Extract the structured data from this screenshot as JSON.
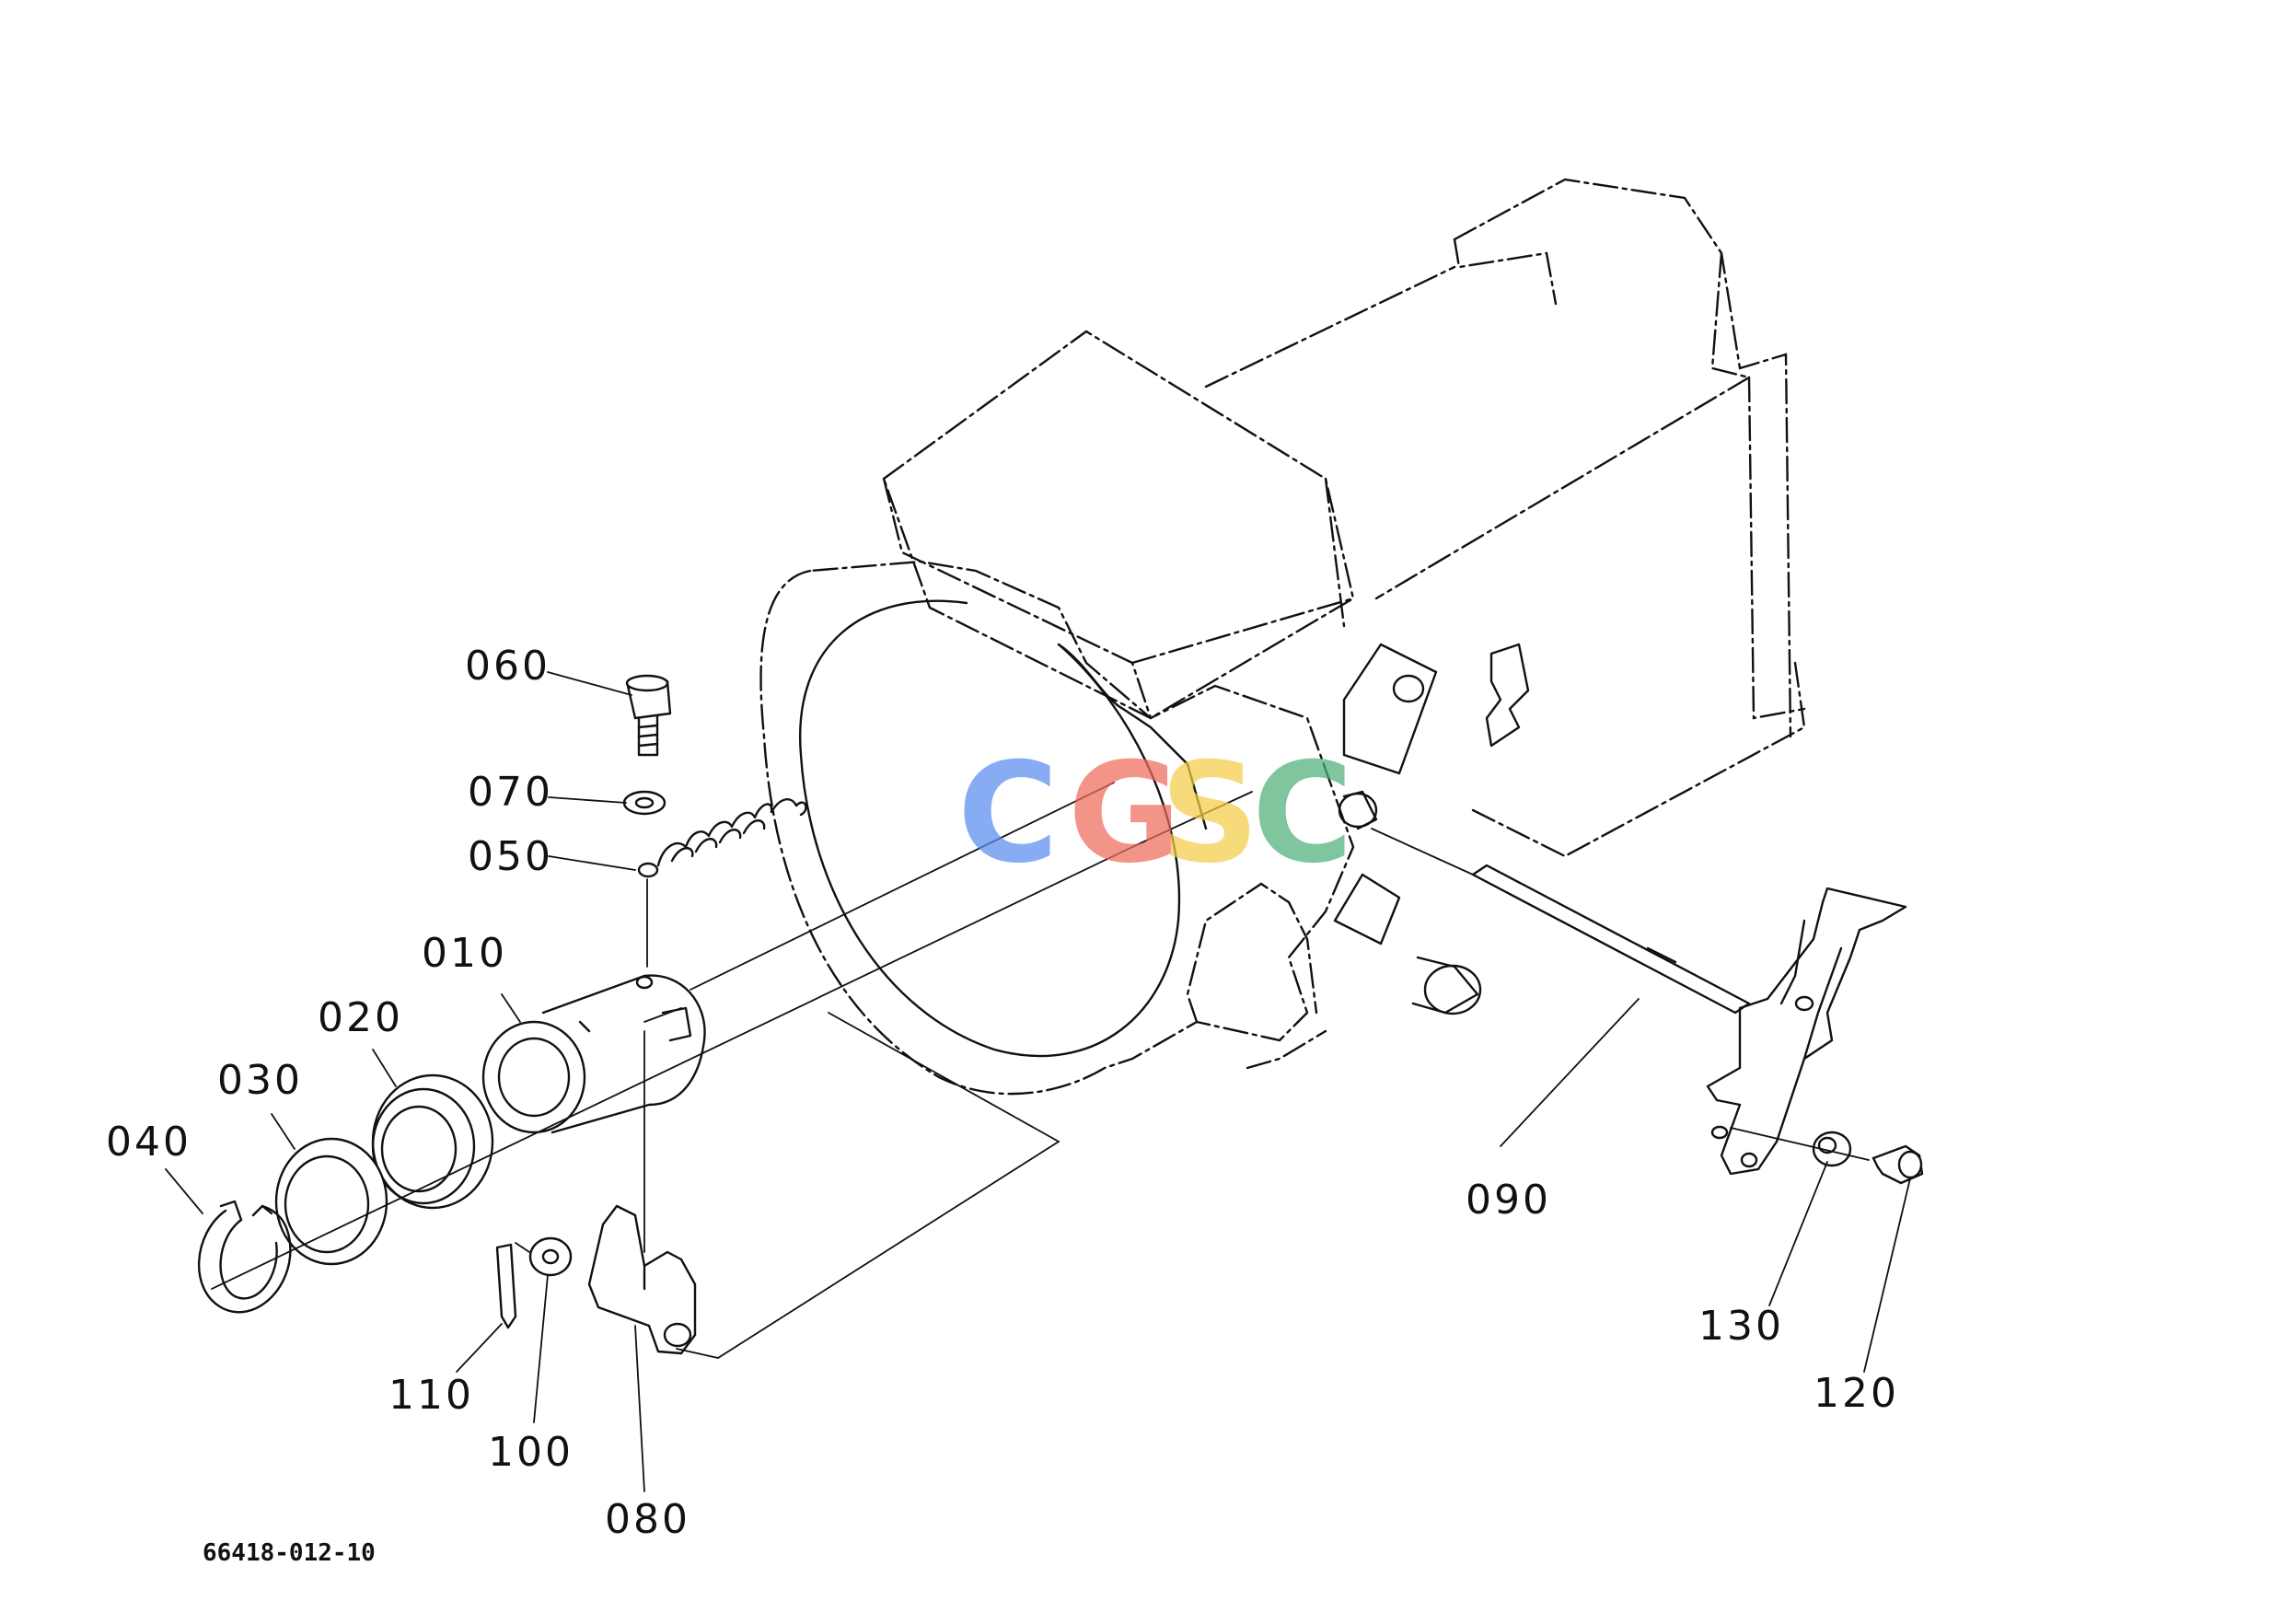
{
  "drawing_code": "66418-012-10",
  "watermark": {
    "letters": [
      "C",
      "G",
      "S",
      "C"
    ],
    "colors": [
      "#5b8def",
      "#ef6b5b",
      "#f5cd47",
      "#4fb07a"
    ]
  },
  "callouts": {
    "p010": "010",
    "p020": "020",
    "p030": "030",
    "p040": "040",
    "p050": "050",
    "p060": "060",
    "p070": "070",
    "p080": "080",
    "p090": "090",
    "p100": "100",
    "p110": "110",
    "p120": "120",
    "p130": "130"
  }
}
